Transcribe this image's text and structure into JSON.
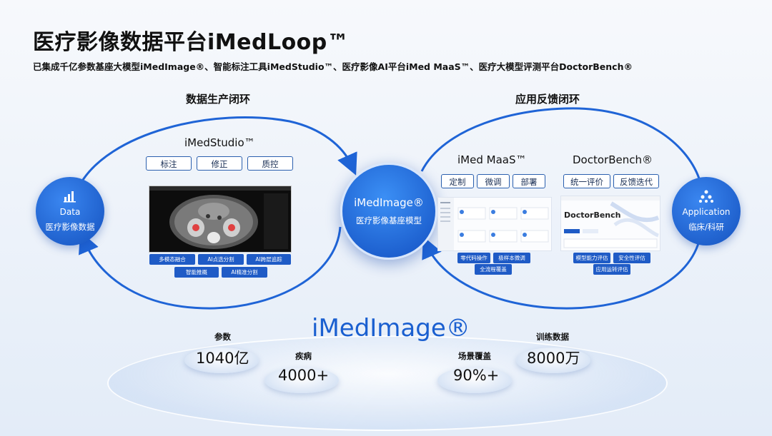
{
  "header": {
    "title": "医疗影像数据平台iMedLoop™",
    "subtitle": "已集成千亿参数基座大模型iMedImage®、智能标注工具iMedStudio™、医疗影像AI平台iMed MaaS™、医疗大模型评测平台DoctorBench®"
  },
  "loops": {
    "left_label": "数据生产闭环",
    "right_label": "应用反馈闭环"
  },
  "data_node": {
    "label": "Data",
    "sublabel": "医疗影像数据",
    "icon": "bar-chart-icon"
  },
  "app_node": {
    "label": "Application",
    "sublabel": "临床/科研",
    "icon": "network-icon"
  },
  "center_node": {
    "label": "iMedImage®",
    "sublabel": "医疗影像基座模型"
  },
  "studio": {
    "title": "iMedStudio™",
    "chips": [
      "标注",
      "修正",
      "质控"
    ],
    "tags_row1": [
      "多模态融合",
      "AI点选分割",
      "AI跨层追踪"
    ],
    "tags_row2": [
      "智能推概",
      "AI精准分割"
    ]
  },
  "maas": {
    "title": "iMed MaaS™",
    "chips": [
      "定制",
      "微调",
      "部署"
    ],
    "tags_row1": [
      "零代码操作",
      "极样本微调"
    ],
    "tags_row2": [
      "全流程覆盖"
    ]
  },
  "bench": {
    "title": "DoctorBench®",
    "chips": [
      "统一评价",
      "反馈迭代"
    ],
    "tags_row1": [
      "模型能力评估",
      "安全性评估"
    ],
    "tags_row2": [
      "应用运转评估"
    ],
    "screenshot_heading": "DoctorBench"
  },
  "stats": {
    "brand": "iMedImage®",
    "items": [
      {
        "label": "参数",
        "value": "1040亿"
      },
      {
        "label": "疾病",
        "value": "4000+"
      },
      {
        "label": "场景覆盖",
        "value": "90%+"
      },
      {
        "label": "训练数据",
        "value": "8000万"
      }
    ]
  },
  "colors": {
    "accent": "#1f64d6",
    "tag": "#1f5bc6",
    "chip_border": "#2a5fae"
  }
}
